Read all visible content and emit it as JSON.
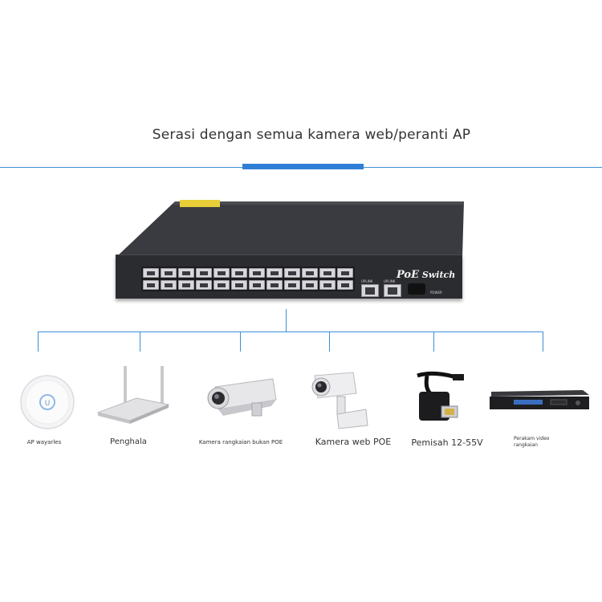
{
  "headline": "Serasi dengan semua kamera web/peranti AP",
  "colors": {
    "accent": "#2f7fd6",
    "connector": "#3a8fd8",
    "switch_body": "#2b2c30"
  },
  "switch": {
    "brand_main": "PoE",
    "brand_sub": "Switch",
    "power_label": "POWER",
    "uplink_labels": [
      "UPLINK",
      "UPLINK"
    ]
  },
  "devices": [
    {
      "label": "AP wayarles",
      "icon": "wireless-ap-icon"
    },
    {
      "label": "Penghala",
      "icon": "router-icon"
    },
    {
      "label": "Kamera rangkaian bukan POE",
      "icon": "bullet-camera-icon"
    },
    {
      "label": "Kamera web POE",
      "icon": "poe-camera-icon"
    },
    {
      "label": "Pemisah 12-55V",
      "icon": "poe-splitter-icon"
    },
    {
      "label": "Perakam video rangkaian",
      "icon": "nvr-icon"
    }
  ]
}
